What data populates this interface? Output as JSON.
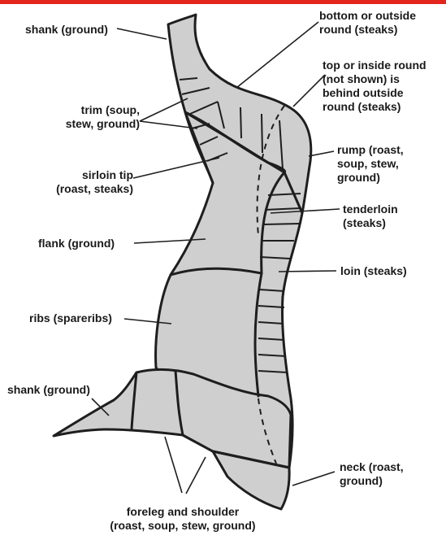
{
  "colors": {
    "accent_bar": "#e2251d",
    "fill": "#cfcfcf",
    "outline": "#1e1e1e"
  },
  "labels": {
    "shank_top": "shank (ground)",
    "bottom_round": "bottom or outside\nround (steaks)",
    "top_round": "top or inside round\n(not shown) is\nbehind outside\nround (steaks)",
    "trim": "trim (soup,\nstew, ground)",
    "rump": "rump (roast,\nsoup, stew,\nground)",
    "sirloin_tip": "sirloin tip\n(roast, steaks)",
    "tenderloin": "tenderloin\n(steaks)",
    "flank": "flank (ground)",
    "loin": "loin (steaks)",
    "ribs": "ribs (spareribs)",
    "shank_bottom": "shank (ground)",
    "neck": "neck (roast,\nground)",
    "foreleg": "foreleg and shoulder\n(roast, soup, stew, ground)"
  }
}
